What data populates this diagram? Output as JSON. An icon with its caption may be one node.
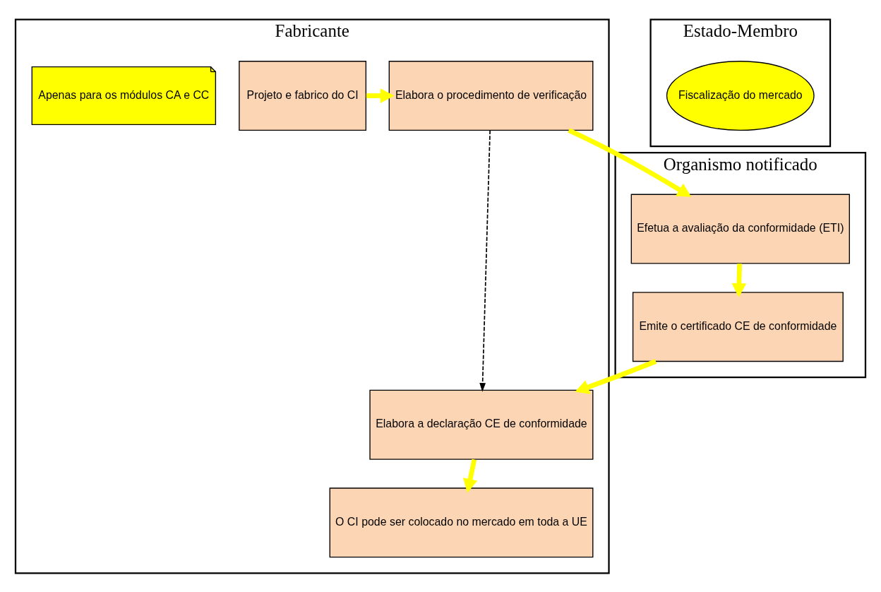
{
  "diagram": {
    "nodes": [
      {
        "text": [
          "Fabricante"
        ]
      },
      {
        "text": [
          "Projeto e fabrico do CI"
        ],
        "in": 0
      },
      {
        "text": [
          "Elabora o procedimento de verificação"
        ],
        "in": 0
      },
      {
        "text": [
          "Apenas para os módulos CA e CC"
        ],
        "in": 0
      },
      {
        "text": [
          "Elabora a declaração CE de conformidade"
        ],
        "in": 0
      },
      {
        "text": [
          "O CI pode ser colocado no mercado em toda a UE"
        ],
        "in": 0
      },
      {
        "text": [
          "Organismo notificado"
        ]
      },
      {
        "text": [
          "Efetua a avaliação da conformidade (ETI)"
        ],
        "in": 6
      },
      {
        "text": [
          "Emite o certificado CE de conformidade"
        ],
        "in": 6
      },
      {
        "text": [
          "Estado-Membro"
        ]
      },
      {
        "text": [
          "Fiscalização do mercado"
        ],
        "in": 9
      }
    ],
    "edges": [
      {
        "from": 1,
        "to": 2,
        "arrow": "to"
      },
      {
        "from": 2,
        "to": 7,
        "arrow": "to"
      },
      {
        "from": 7,
        "to": 8,
        "arrow": "to"
      },
      {
        "from": 8,
        "to": 4,
        "arrow": "to"
      },
      {
        "from": 2,
        "to": 4,
        "arrow": "to",
        "style": "dashed",
        "color": "#000000"
      },
      {
        "from": 4,
        "to": 5,
        "arrow": "to"
      }
    ]
  }
}
